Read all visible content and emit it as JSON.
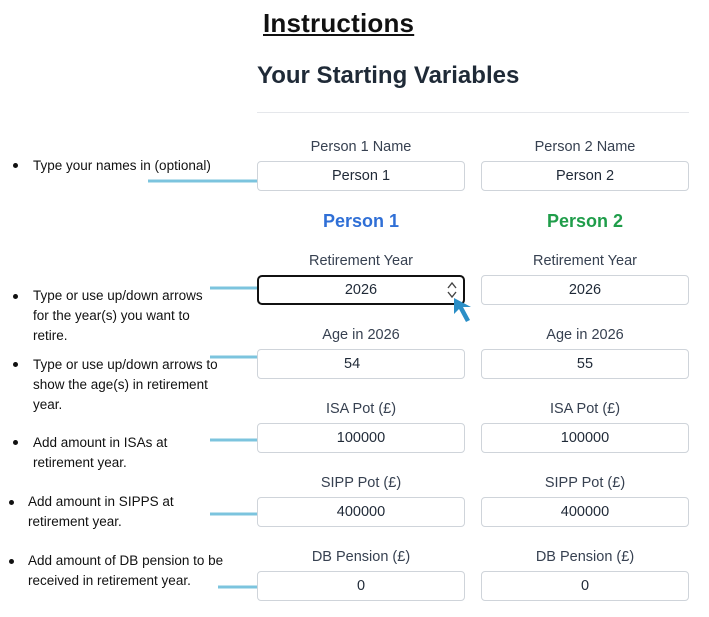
{
  "page": {
    "title": "Instructions",
    "subtitle": "Your Starting Variables"
  },
  "instructions": [
    {
      "text": "Type your names in (optional)"
    },
    {
      "text": "Type or use up/down arrows for the year(s) you want to retire."
    },
    {
      "text": "Type or use up/down arrows to show the age(s) in retirement year."
    },
    {
      "text": "Add amount in ISAs at retirement year."
    },
    {
      "text": "Add amount in SIPPS at retirement year."
    },
    {
      "text": "Add amount of DB pension to be received in retirement year."
    }
  ],
  "form": {
    "name_labels": {
      "p1": "Person 1 Name",
      "p2": "Person 2 Name"
    },
    "names": {
      "p1": "Person 1",
      "p2": "Person 2"
    },
    "person_headings": {
      "p1": "Person 1",
      "p2": "Person 2"
    },
    "retirement_year_label": "Retirement Year",
    "retirement_year": {
      "p1": "2026",
      "p2": "2026"
    },
    "age_label": "Age in 2026",
    "age": {
      "p1": "54",
      "p2": "55"
    },
    "isa_label": "ISA Pot (£)",
    "isa": {
      "p1": "100000",
      "p2": "100000"
    },
    "sipp_label": "SIPP Pot (£)",
    "sipp": {
      "p1": "400000",
      "p2": "400000"
    },
    "db_label": "DB Pension (£)",
    "db": {
      "p1": "0",
      "p2": "0"
    }
  },
  "colors": {
    "person1": "#2f6fd6",
    "person2": "#1f9d4a",
    "arrow": "#7cc4de",
    "cursor": "#2b8fc7"
  }
}
